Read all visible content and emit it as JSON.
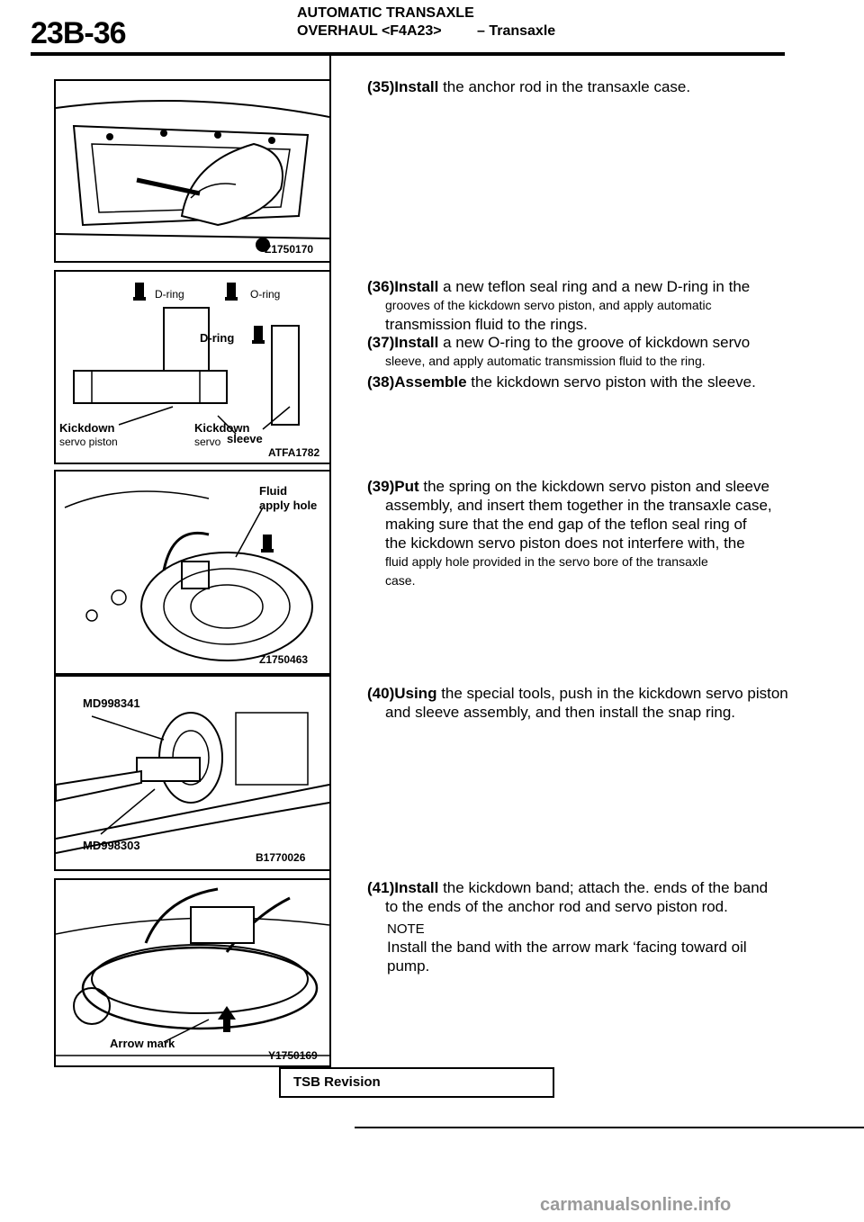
{
  "header": {
    "page_number": "23B-36",
    "title_line1": "AUTOMATIC TRANSAXLE",
    "title_line2": "OVERHAUL <F4A23>",
    "title_section": "– Transaxle"
  },
  "figures": {
    "fig1": {
      "code": "Z1750170"
    },
    "fig2": {
      "code": "ATFA1782",
      "label_dring_left": "D-ring",
      "label_oring": "O-ring",
      "label_dring_center": "D-ring",
      "label_kickdown_left": "Kickdown",
      "label_servo_piston": "servo piston",
      "label_kickdown_right": "Kickdown",
      "label_servo": "servo",
      "label_sleeve": "sleeve"
    },
    "fig3": {
      "code": "Z1750463",
      "label_fluid": "Fluid",
      "label_apply_hole": "apply hole"
    },
    "fig4": {
      "code": "B1770026",
      "label_tool1": "MD998341",
      "label_tool2": "MD998303"
    },
    "fig5": {
      "code": "Y1750169",
      "label_arrow": "Arrow mark"
    }
  },
  "steps": {
    "s35": {
      "num": "(35)Install",
      "text": " the anchor rod in the transaxle case."
    },
    "s36": {
      "num": "(36)Install",
      "line1": " a new teflon seal ring and a new D-ring in the",
      "line2": "grooves of the kickdown servo piston, and apply automatic",
      "line3": "transmission fluid to the rings."
    },
    "s37": {
      "num": "(37)Install",
      "line1": " a new O-ring to the groove of kickdown servo",
      "line2": "sleeve, and apply automatic transmission fluid to the ring."
    },
    "s38": {
      "num": "(38)Assemble",
      "text": " the kickdown servo piston with the sleeve."
    },
    "s39": {
      "num": "(39)Put",
      "line1": " the spring on the kickdown servo piston and sleeve",
      "line2": "assembly, and insert them together in the transaxle case,",
      "line3": "making sure that the end gap of the teflon seal ring of",
      "line4": "the kickdown servo piston does not interfere with, the",
      "line5": "fluid apply hole provided in the servo bore of the transaxle",
      "line6": "case."
    },
    "s40": {
      "num": "(40)Using",
      "line1": " the special tools, push in the kickdown servo piston",
      "line2": "and sleeve assembly, and then install the snap ring."
    },
    "s41": {
      "num": "(41)Install",
      "line1": " the kickdown band; attach the. ends of the band",
      "line2": "to the ends of the anchor rod and servo piston rod."
    }
  },
  "note": {
    "heading": "NOTE",
    "line1": "Install the band with the arrow mark ‘facing toward oil",
    "line2": "pump."
  },
  "tsb": {
    "label": "TSB Revision"
  },
  "footer": {
    "watermark": "carmanualsonline.info"
  }
}
